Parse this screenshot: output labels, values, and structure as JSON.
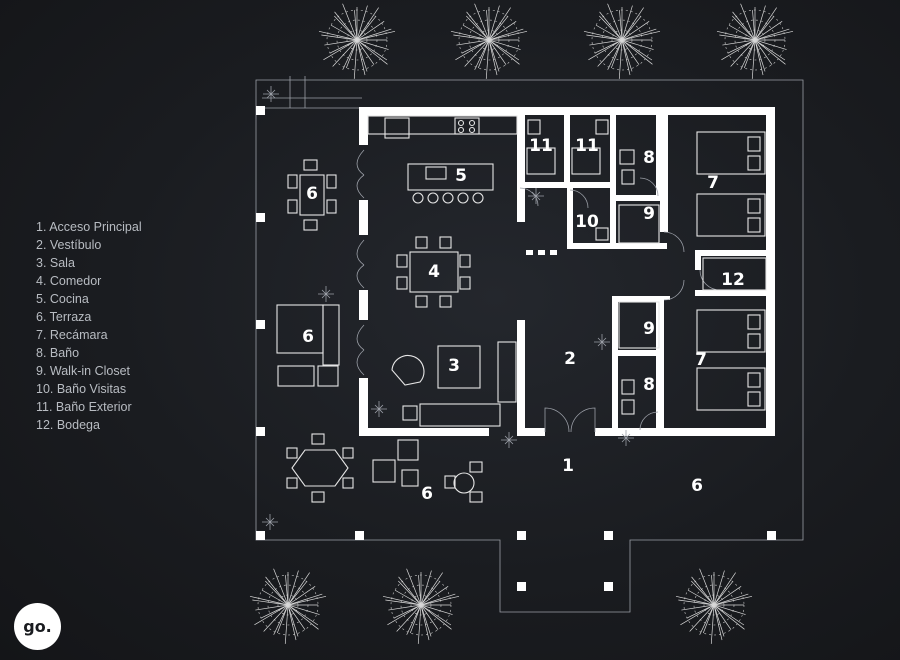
{
  "legend": [
    "1. Acceso Principal",
    "2. Vestíbulo",
    "3. Sala",
    "4. Comedor",
    "5. Cocina",
    "6. Terraza",
    "7. Recámara",
    "8. Baño",
    "9. Walk-in Closet",
    "10. Baño Visitas",
    "11. Baño Exterior",
    "12. Bodega"
  ],
  "room_numbers": [
    "1",
    "2",
    "3",
    "4",
    "5",
    "6",
    "6",
    "6",
    "6",
    "7",
    "7",
    "8",
    "8",
    "9",
    "9",
    "10",
    "11",
    "11",
    "12"
  ],
  "logo_text": "go.",
  "colors": {
    "background": "#1a1c20",
    "walls": "#ffffff",
    "lines": "#9a9ea6",
    "legend_text": "#b8bcc2"
  },
  "icons": [
    "tree-icon",
    "plant-icon"
  ]
}
